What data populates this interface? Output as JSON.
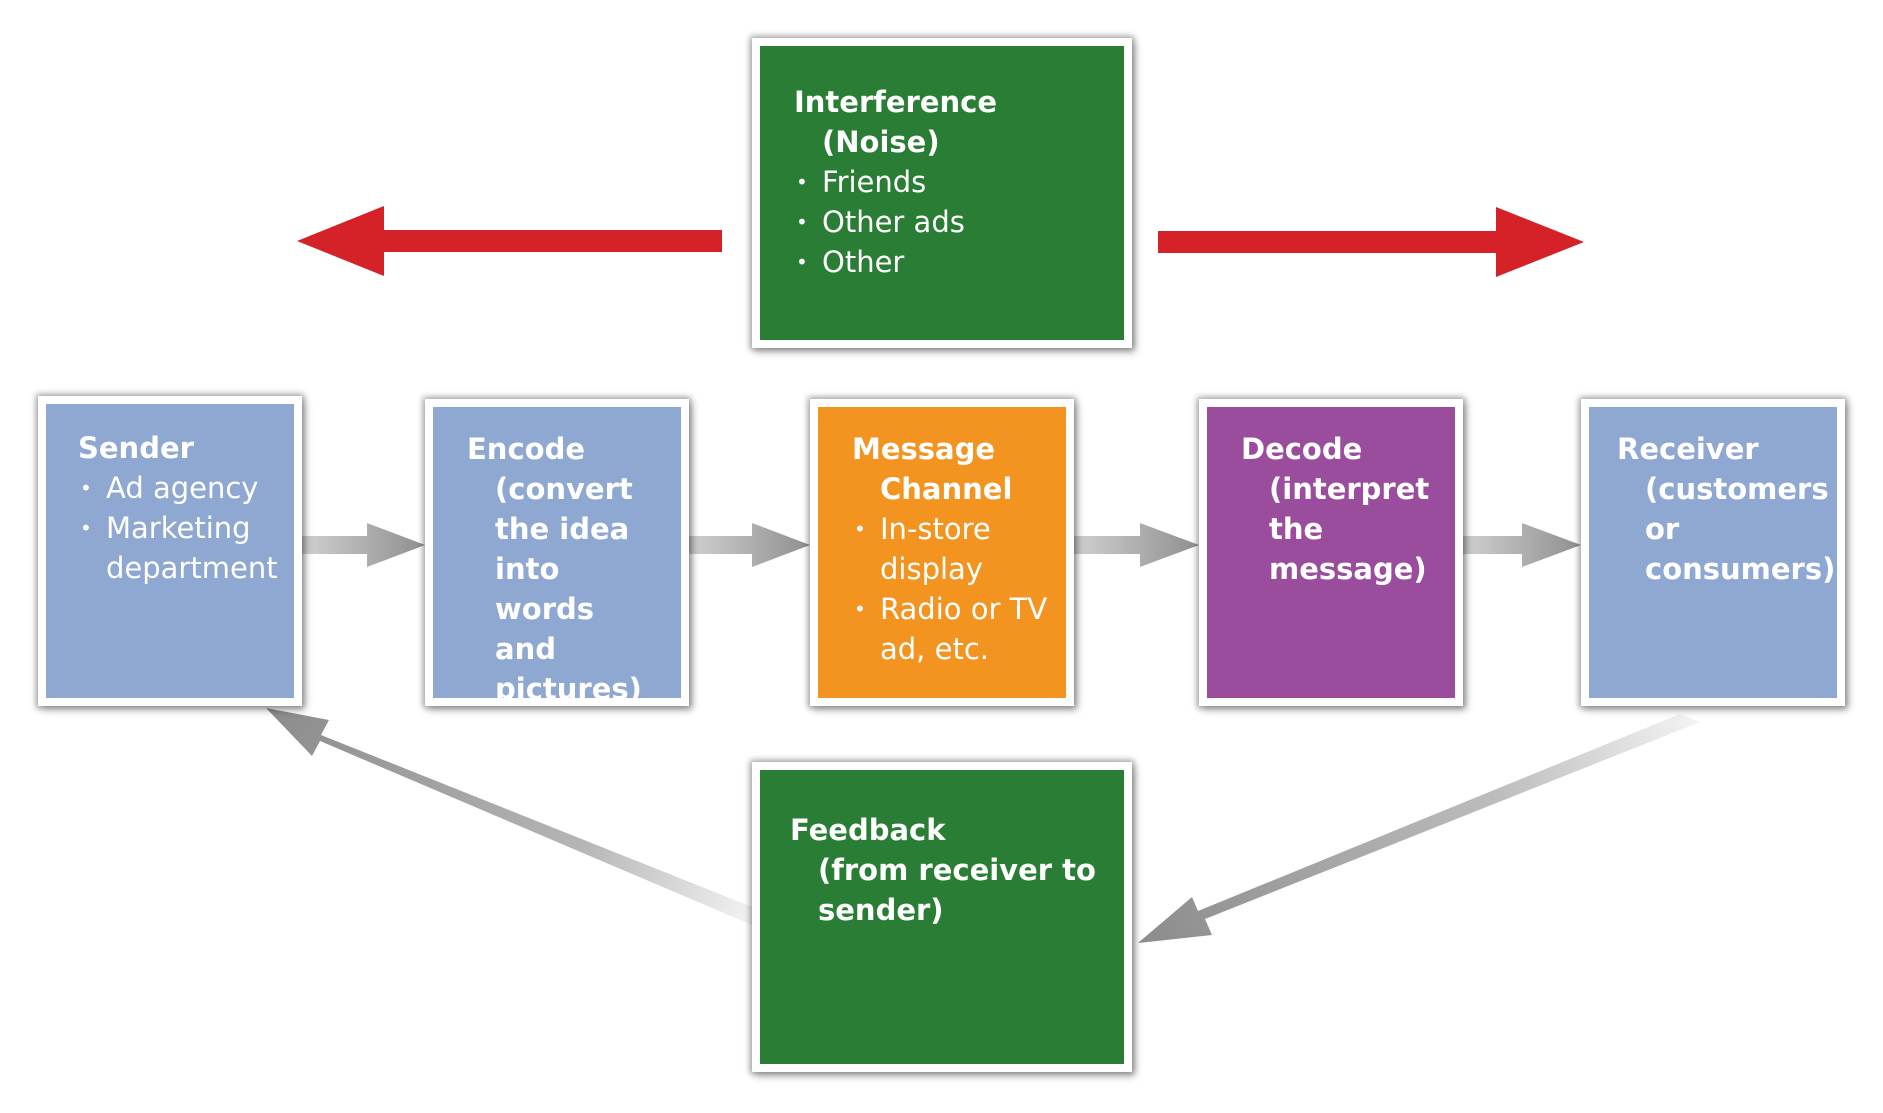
{
  "colors": {
    "blue_box": "#8fa8d1",
    "green_box": "#2a7d35",
    "orange_box": "#f39420",
    "purple_box": "#9b4d9d",
    "noise_arrow": "#d42228",
    "flow_arrow": "#9a9a9a"
  },
  "interference": {
    "title_line1": "Interference",
    "title_line2": "(Noise)",
    "items": [
      "Friends",
      "Other ads",
      "Other"
    ]
  },
  "sender": {
    "title": "Sender",
    "items": [
      "Ad agency",
      "Marketing department"
    ]
  },
  "encode": {
    "title_line1": "Encode",
    "title_rest": "(convert\nthe idea\ninto words\nand\npictures)"
  },
  "message_channel": {
    "title_line1": "Message",
    "title_line2": "Channel",
    "items": [
      "In-store display",
      "Radio or TV ad, etc."
    ]
  },
  "decode": {
    "title_line1": "Decode",
    "title_rest": "(interpret\nthe\nmessage)"
  },
  "receiver": {
    "title_line1": "Receiver",
    "title_rest": "(customers\nor\nconsumers)"
  },
  "feedback": {
    "title_line1": "Feedback",
    "title_rest": "(from receiver to\nsender)"
  },
  "bullet_char": "•"
}
